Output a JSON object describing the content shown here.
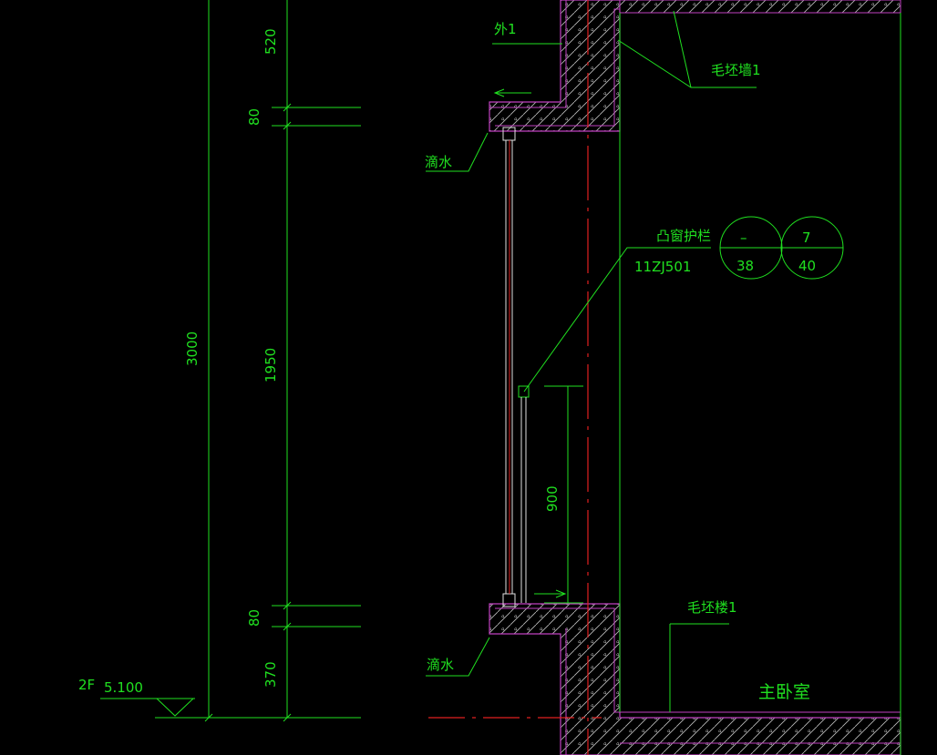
{
  "dimensions": {
    "d520": "520",
    "d80_top": "80",
    "d3000": "3000",
    "d1950": "1950",
    "d80_bot": "80",
    "d370": "370",
    "d900": "900"
  },
  "level": {
    "floor": "2F",
    "elevation": "5.100"
  },
  "labels": {
    "exterior": "外1",
    "rough_wall": "毛坯墙1",
    "drip_top": "滴水",
    "drip_bottom": "滴水",
    "guardrail": "凸窗护栏",
    "guardrail_ref": "11ZJ501",
    "rough_floor": "毛坯楼1",
    "room": "主卧室"
  },
  "detail_refs": [
    {
      "top": "–",
      "bottom": "38"
    },
    {
      "top": "7",
      "bottom": "40"
    }
  ],
  "colors": {
    "line": "#20e020",
    "wall": "#c040c0",
    "hatch": "#e0e0e0",
    "axis": "#e02020",
    "window": "#e0e0e0"
  }
}
